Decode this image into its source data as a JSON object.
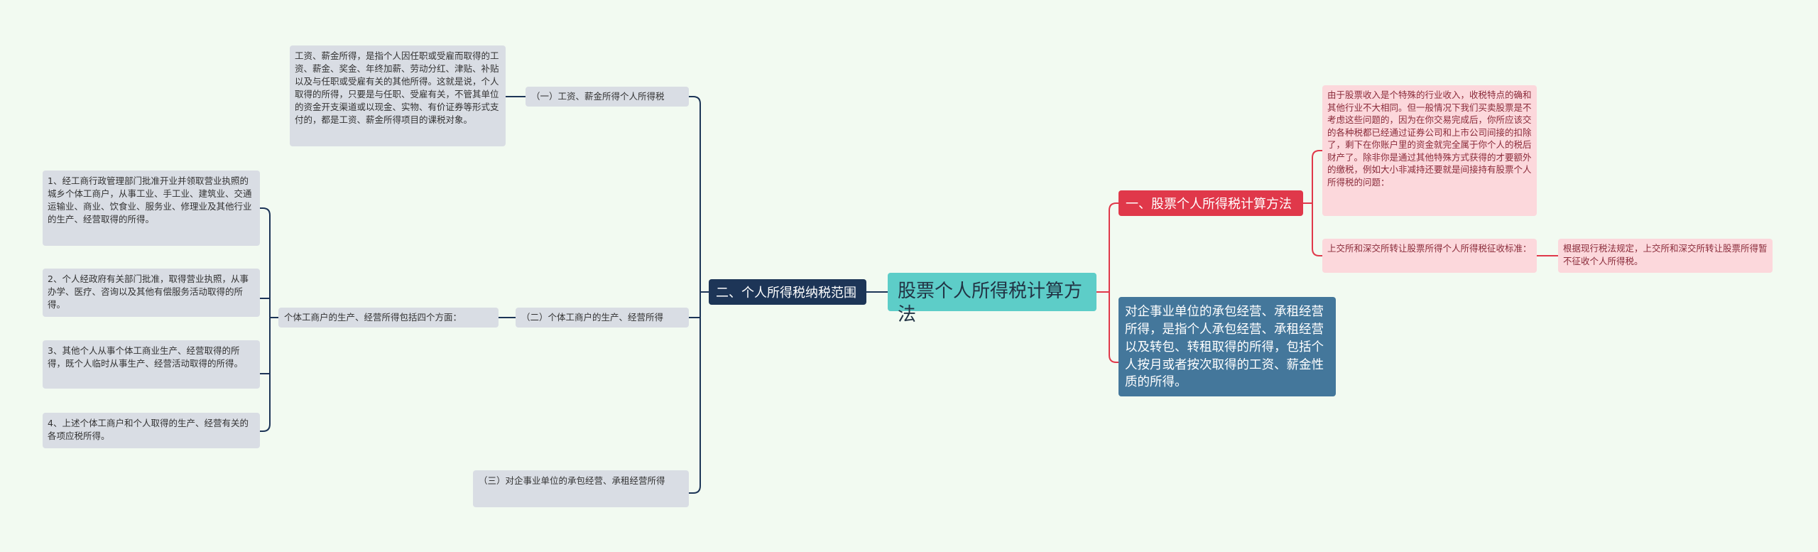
{
  "root": {
    "label": "股票个人所得税计算方法"
  },
  "branch_left": {
    "label": "二、个人所得税纳税范围"
  },
  "branch_right_1": {
    "label": "一、股票个人所得税计算方法"
  },
  "branch_right_2": {
    "label": "对企事业单位的承包经营、承租经营所得，是指个人承包经营、承租经营以及转包、转租取得的所得，包括个人按月或者按次取得的工资、薪金性质的所得。"
  },
  "left_items": {
    "wages": {
      "label": "（一）工资、薪金所得个人所得税",
      "detail": "工资、薪金所得，是指个人因任职或受雇而取得的工资、薪金、奖金、年终加薪、劳动分红、津贴、补贴以及与任职或受雇有关的其他所得。这就是说，个人取得的所得，只要是与任职、受雇有关，不管其单位的资金开支渠道或以现金、实物、有价证券等形式支付的，都是工资、薪金所得项目的课税对象。"
    },
    "business": {
      "label": "（二）个体工商户的生产、经营所得",
      "sub": "个体工商户的生产、经营所得包括四个方面：",
      "points": [
        "1、经工商行政管理部门批准开业并领取营业执照的城乡个体工商户，从事工业、手工业、建筑业、交通运输业、商业、饮食业、服务业、修理业及其他行业的生产、经营取得的所得。",
        "2、个人经政府有关部门批准，取得营业执照，从事办学、医疗、咨询以及其他有偿服务活动取得的所得。",
        "3、其他个人从事个体工商业生产、经营取得的所得，既个人临时从事生产、经营活动取得的所得。",
        "4、上述个体工商户和个人取得的生产、经营有关的各项应税所得。"
      ]
    },
    "contract": {
      "label": "（三）对企事业单位的承包经营、承租经营所得"
    }
  },
  "right_items": {
    "stock_note": "由于股票收入是个特殊的行业收入，收税特点的确和其他行业不大相同。但一般情况下我们买卖股票是不考虑这些问题的，因为在你交易完成后，你所应该交的各种税都已经通过证券公司和上市公司间接的扣除了，剩下在你账户里的资金就完全属于你个人的税后财产了。除非你是通过其他特殊方式获得的才要额外的缴税，例如大小非减持还要就是间接持有股票个人所得税的问题：",
    "exchange_q": "上交所和深交所转让股票所得个人所得税征收标准：",
    "exchange_a": "根据现行税法规定，上交所和深交所转让股票所得暂不征收个人所得税。"
  },
  "colors": {
    "background": "#f2faf1",
    "root": "#5dcdc8",
    "navy": "#1d3557",
    "red": "#e0384a",
    "blue": "#44779b",
    "grey": "#d9dde4",
    "pink": "#fcd8dc"
  }
}
